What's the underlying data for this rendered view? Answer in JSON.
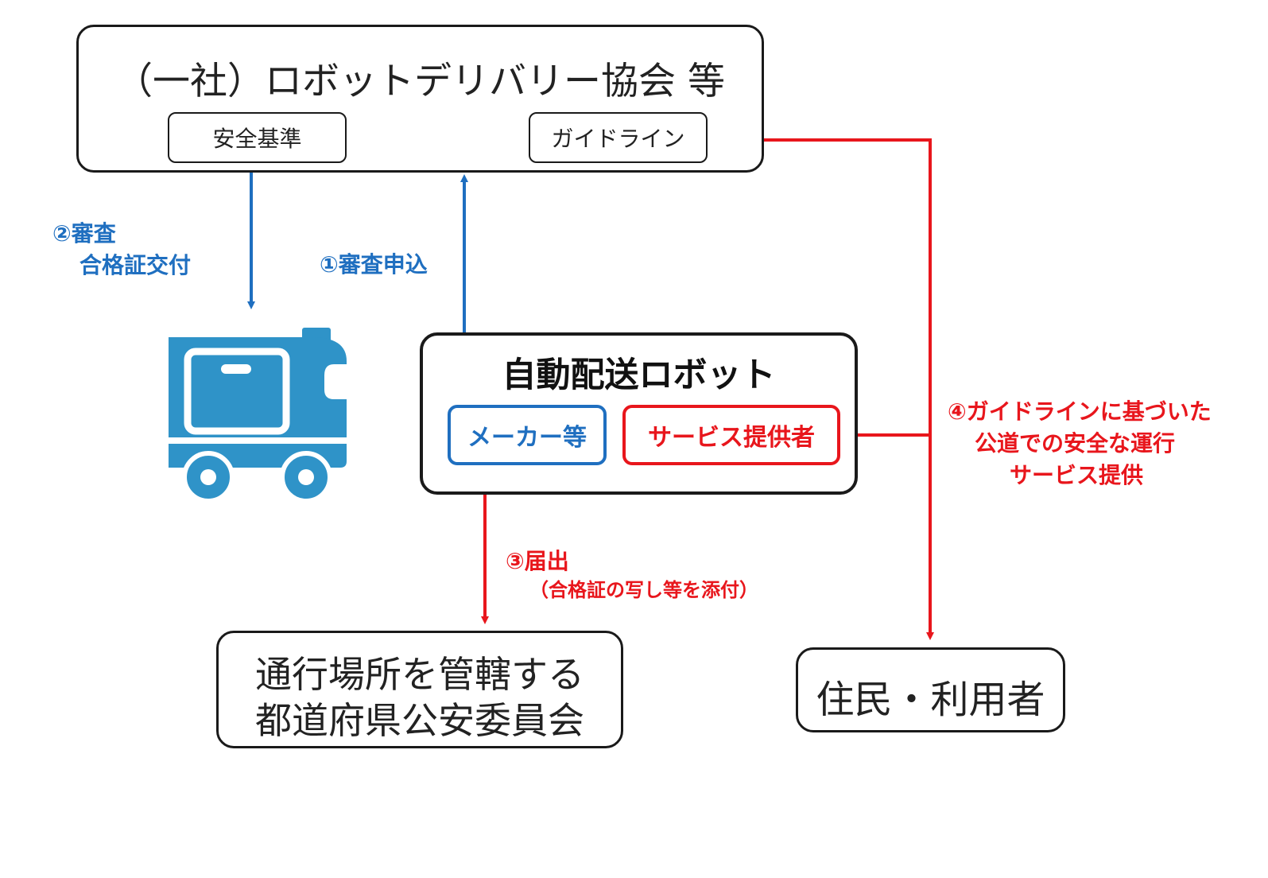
{
  "association": {
    "title": "（一社）ロボットデリバリー協会 等",
    "standard_label": "安全基準",
    "guideline_label": "ガイドライン"
  },
  "robot_box": {
    "title": "自動配送ロボット",
    "maker_label": "メーカー等",
    "provider_label": "サービス提供者"
  },
  "police_box": {
    "line1": "通行場所を管轄する",
    "line2": "都道府県公安委員会"
  },
  "residents_box": {
    "label": "住民・利用者"
  },
  "steps": {
    "step1": "①審査申込",
    "step2_line1": "②審査",
    "step2_line2": "合格証交付",
    "step3_line1": "③届出",
    "step3_line2": "（合格証の写し等を添付）",
    "step4_line1": "④ガイドラインに基づいた",
    "step4_line2": "公道での安全な運行",
    "step4_line3": "サービス提供"
  },
  "icons": {
    "robot": "delivery-robot-icon"
  },
  "colors": {
    "blue": "#1f6fc0",
    "red": "#e8161c",
    "robot_icon": "#2f93c8",
    "border": "#1a1a1a"
  }
}
